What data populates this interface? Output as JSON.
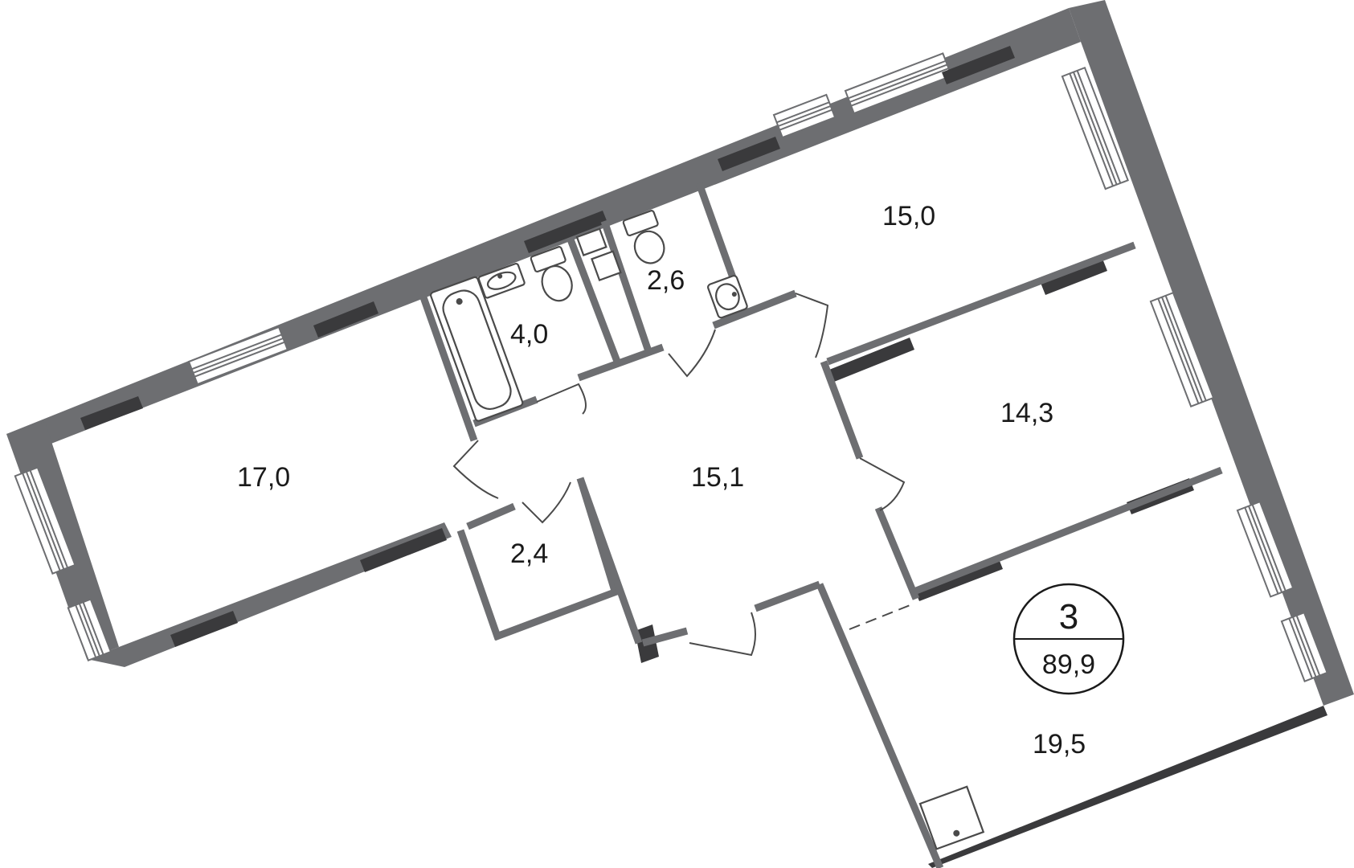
{
  "plan": {
    "rooms": [
      {
        "id": "living-left",
        "area": "17,0"
      },
      {
        "id": "bathroom",
        "area": "4,0"
      },
      {
        "id": "toilet",
        "area": "2,6"
      },
      {
        "id": "bedroom-top",
        "area": "15,0"
      },
      {
        "id": "hall",
        "area": "15,1"
      },
      {
        "id": "bedroom-middle",
        "area": "14,3"
      },
      {
        "id": "storage",
        "area": "2,4"
      },
      {
        "id": "kitchen-living",
        "area": "19,5"
      }
    ],
    "summary": {
      "rooms": "3",
      "total_area": "89,9"
    }
  },
  "colors": {
    "wall": "#6d6e71",
    "column": "#3a3a3c",
    "text": "#1a1a1a"
  }
}
